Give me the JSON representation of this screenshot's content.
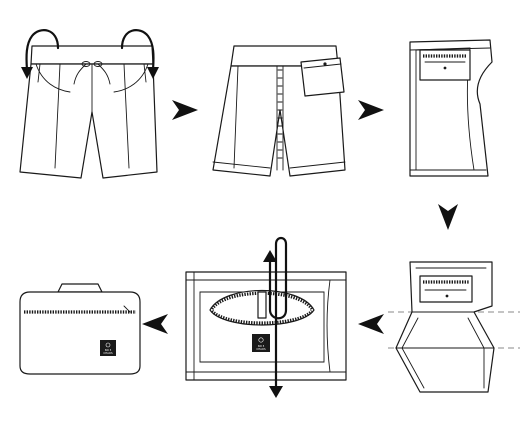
{
  "diagram": {
    "steps": [
      {
        "id": 1,
        "action": "turn-inside-out",
        "icon": "curved-arrows-icon"
      },
      {
        "id": 2,
        "action": "reveal-back-pocket",
        "icon": "shorts-back-icon"
      },
      {
        "id": 3,
        "action": "fold-sides-behind-pocket",
        "icon": "folded-panel-icon"
      },
      {
        "id": 4,
        "action": "fold-zigzag",
        "icon": "zigzag-fold-icon"
      },
      {
        "id": 5,
        "action": "wrap-pocket-over-roll",
        "icon": "pocket-wrap-icon"
      },
      {
        "id": 6,
        "action": "zip-into-bag",
        "icon": "bag-icon"
      }
    ],
    "arrow_color": "#111111",
    "line_color": "#1a1a1a",
    "guide_color": "#8a8a8a"
  },
  "label_text": {
    "lines": [
      "NO 3",
      "CHAOS"
    ]
  }
}
